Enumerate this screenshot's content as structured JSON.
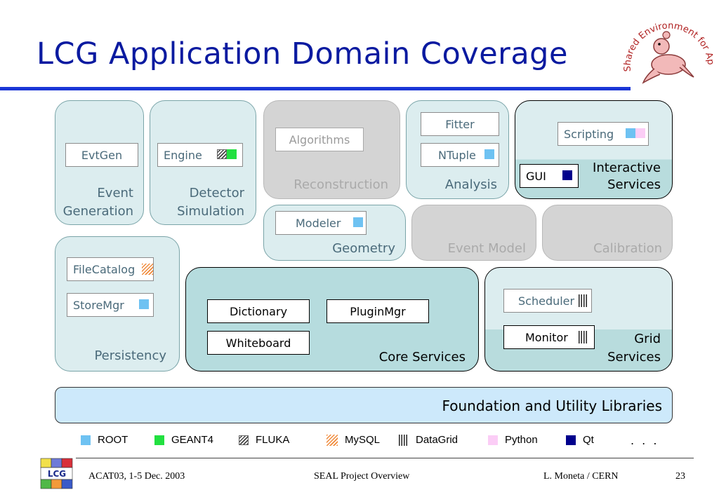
{
  "slide": {
    "title": "LCG Application Domain Coverage",
    "logo_text": "Shared Environment for Applications at LHC"
  },
  "domains": {
    "event_generation": {
      "label_line1": "Event",
      "label_line2": "Generation",
      "components": [
        "EvtGen"
      ]
    },
    "detector_simulation": {
      "label_line1": "Detector",
      "label_line2": "Simulation",
      "components": [
        "Engine"
      ]
    },
    "reconstruction": {
      "label": "Reconstruction",
      "components": [
        "Algorithms"
      ]
    },
    "analysis": {
      "label": "Analysis",
      "components": [
        "Fitter",
        "NTuple"
      ]
    },
    "interactive_services": {
      "label_line1": "Interactive",
      "label_line2": "Services",
      "components": [
        "Scripting",
        "GUI"
      ]
    },
    "geometry": {
      "label": "Geometry",
      "components": [
        "Modeler"
      ]
    },
    "event_model": {
      "label": "Event Model"
    },
    "calibration": {
      "label": "Calibration"
    },
    "persistency": {
      "label": "Persistency",
      "components": [
        "FileCatalog",
        "StoreMgr"
      ]
    },
    "core_services": {
      "label": "Core Services",
      "components": [
        "Dictionary",
        "PluginMgr",
        "Whiteboard"
      ]
    },
    "grid_services": {
      "label_line1": "Grid",
      "label_line2": "Services",
      "components": [
        "Scheduler",
        "Monitor"
      ]
    }
  },
  "foundation": {
    "label": "Foundation and Utility Libraries"
  },
  "legend": [
    {
      "label": "ROOT",
      "icon": "root-swatch"
    },
    {
      "label": "GEANT4",
      "icon": "geant4-swatch"
    },
    {
      "label": "FLUKA",
      "icon": "fluka-swatch"
    },
    {
      "label": "MySQL",
      "icon": "mysql-swatch"
    },
    {
      "label": "DataGrid",
      "icon": "datagrid-swatch"
    },
    {
      "label": "Python",
      "icon": "python-swatch"
    },
    {
      "label": "Qt",
      "icon": "qt-swatch"
    }
  ],
  "legend_more": ". . .",
  "colors": {
    "ROOT": "#6ec2f2",
    "GEANT4": "#22e040",
    "Python": "#fbcdf6",
    "Qt": "#00008c",
    "MySQL": "#f08a3a"
  },
  "footer": {
    "conference": "ACAT03, 1-5 Dec. 2003",
    "talk": "SEAL Project Overview",
    "author": "L. Moneta / CERN",
    "page": "23",
    "logo_text": "LCG"
  }
}
